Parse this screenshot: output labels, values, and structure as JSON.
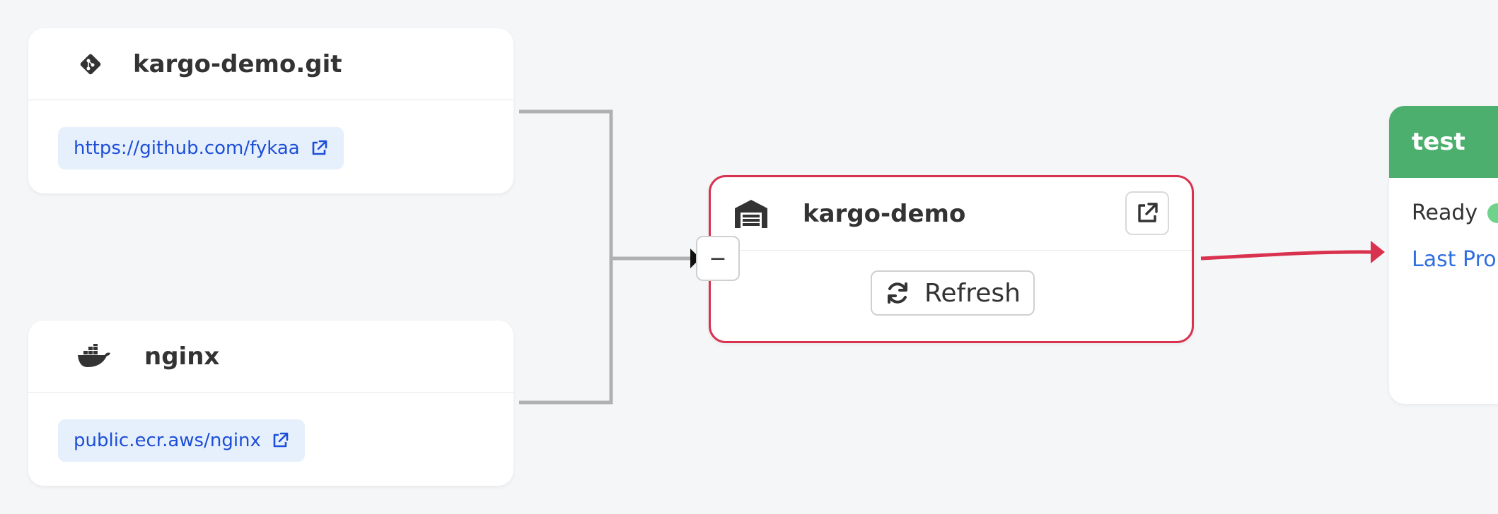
{
  "sources": [
    {
      "name": "kargo-demo.git",
      "icon": "git-icon",
      "link": "https://github.com/fykaa"
    },
    {
      "name": "nginx",
      "icon": "docker-icon",
      "link": "public.ecr.aws/nginx"
    }
  ],
  "warehouse": {
    "name": "kargo-demo",
    "icon": "warehouse-icon",
    "refresh_label": "Refresh",
    "collapse_label": "−"
  },
  "stage": {
    "name": "test",
    "status": "Ready",
    "link": "Last Prom"
  },
  "colors": {
    "background": "#f5f6f8",
    "warehouse_border": "#d9324f",
    "edge_out": "#d9324f",
    "edge_in": "#b0b0b0",
    "stage_header": "#4caf6e",
    "status_ok": "#6fd38c",
    "link": "#1d4ed8"
  }
}
